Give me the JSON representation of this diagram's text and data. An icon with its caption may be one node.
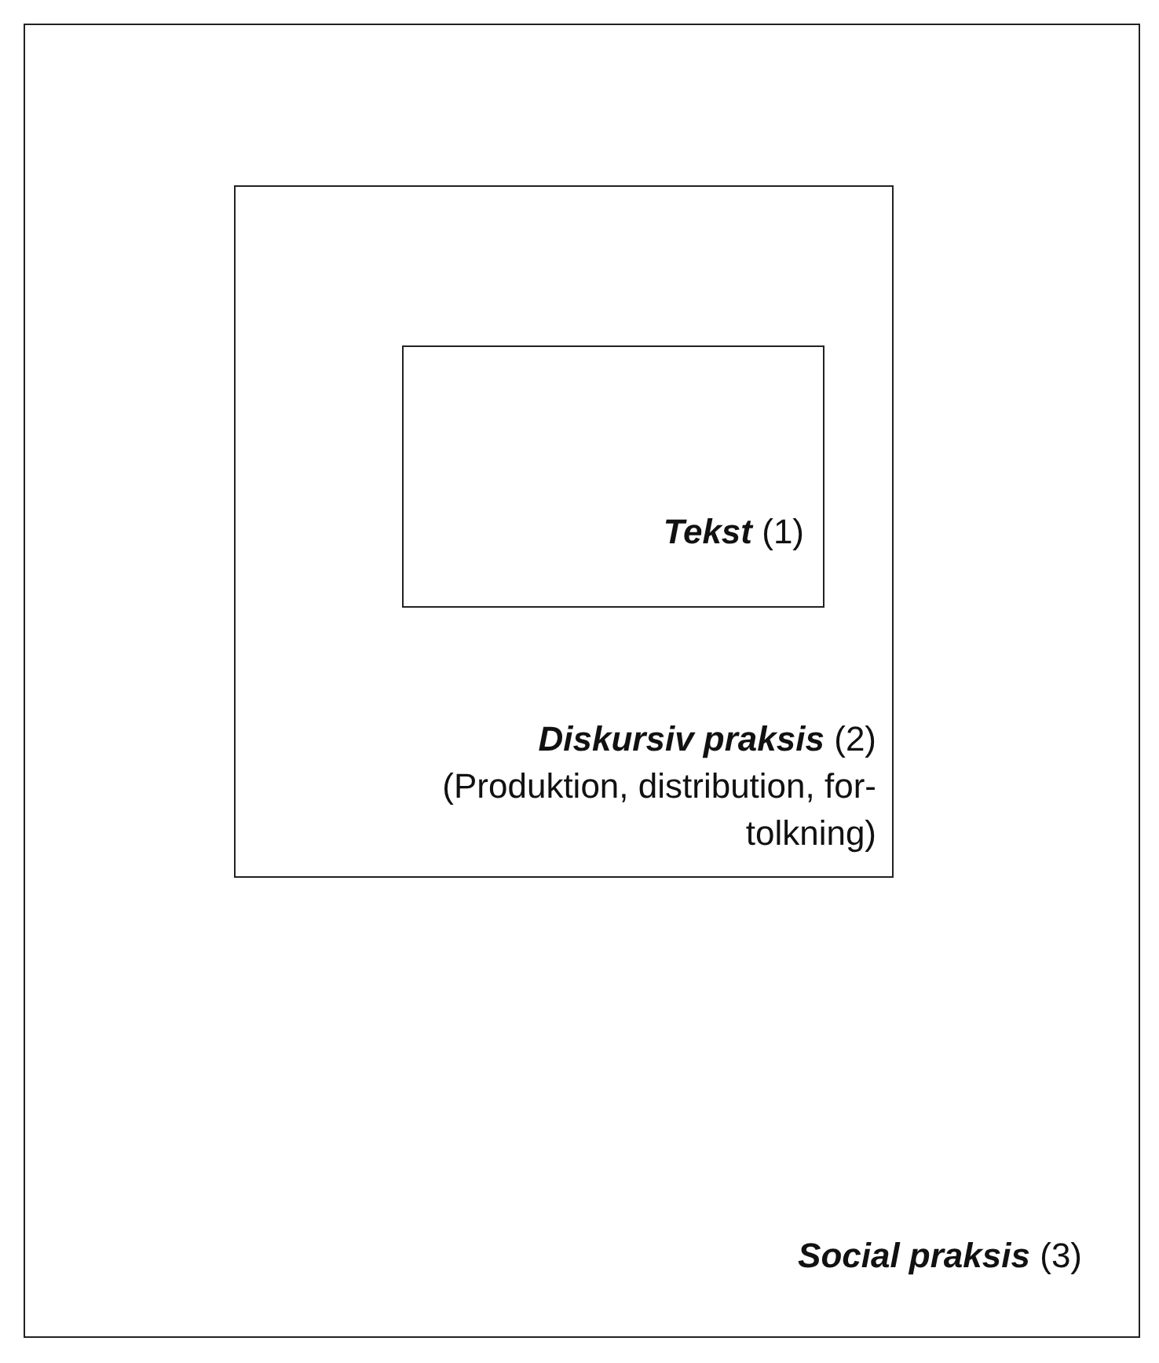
{
  "diagram": {
    "nodes": [
      {
        "text": [
          "**Social praksis** (3)"
        ]
      },
      {
        "text": [
          "**Diskursiv praksis** (2)",
          "(Produktion, distribution, for-tolkning)"
        ],
        "in": 0
      },
      {
        "text": [
          "**Tekst** (1)"
        ],
        "in": 1
      }
    ]
  }
}
